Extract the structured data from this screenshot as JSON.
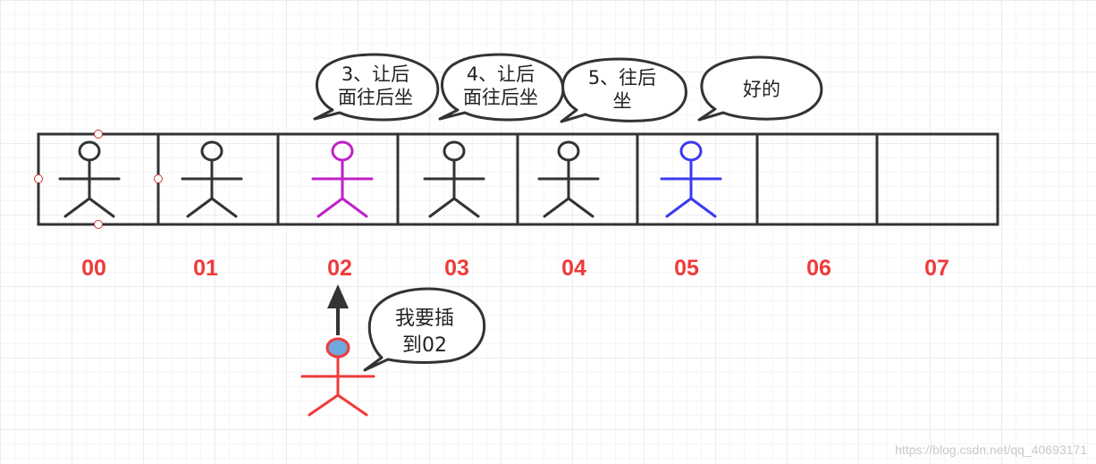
{
  "diagram": {
    "bubbles": [
      {
        "id": "bubble-3",
        "line1": "3、让后",
        "line2": "面往后坐"
      },
      {
        "id": "bubble-4",
        "line1": "4、让后",
        "line2": "面往后坐"
      },
      {
        "id": "bubble-5",
        "line1": "5、往后",
        "line2": "坐"
      },
      {
        "id": "bubble-ok",
        "line1": "好的",
        "line2": ""
      },
      {
        "id": "bubble-insert",
        "line1": "我要插",
        "line2": "到02"
      }
    ],
    "cells": [
      {
        "index": "00",
        "occupant": "person",
        "color": "#333333"
      },
      {
        "index": "01",
        "occupant": "person",
        "color": "#333333"
      },
      {
        "index": "02",
        "occupant": "person",
        "color": "#c020c8"
      },
      {
        "index": "03",
        "occupant": "person",
        "color": "#333333"
      },
      {
        "index": "04",
        "occupant": "person",
        "color": "#333333"
      },
      {
        "index": "05",
        "occupant": "person",
        "color": "#3a3af0"
      },
      {
        "index": "06",
        "occupant": "empty",
        "color": ""
      },
      {
        "index": "07",
        "occupant": "empty",
        "color": ""
      }
    ],
    "inserting_person": {
      "color": "#f03a3a",
      "head_fill": "#6fa8dc",
      "target_index": "02"
    },
    "index_label_color": "#f03a3a"
  },
  "watermark": "https://blog.csdn.net/qq_40693171"
}
